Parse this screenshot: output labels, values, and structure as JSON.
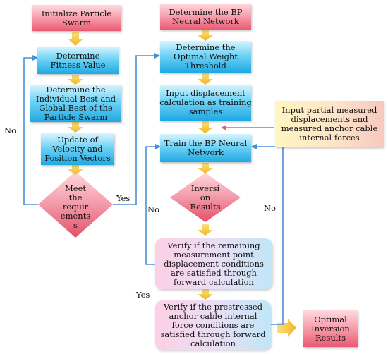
{
  "nodes": {
    "init_swarm": [
      "Initialize Particle",
      "Swarm"
    ],
    "fitness": [
      "Determine",
      "Fitness Value"
    ],
    "best": [
      "Determine the",
      "Individual Best and",
      "Global Best of the",
      "Particle Swarm"
    ],
    "update": [
      "Update of",
      "Velocity and",
      "Position Vectors"
    ],
    "meet_req": [
      "Meet",
      "the",
      "requir",
      "ements"
    ],
    "bp_network": [
      "Determine the BP",
      "Neural Network"
    ],
    "weight_threshold": [
      "Determine the",
      "Optimal Weight",
      "Threshold"
    ],
    "input_samples": [
      "Input displacement",
      "calculation as training",
      "samples"
    ],
    "input_measured": [
      "Input partial measured",
      "displacements and",
      "measured anchor cable",
      "internal forces"
    ],
    "train": [
      "Train the BP Neural",
      "Network"
    ],
    "inversion": [
      "Inversi",
      "on",
      "Results"
    ],
    "verify_disp": [
      "Verify if the remaining",
      "measurement point",
      "displacement conditions",
      "are satisfied through",
      "forward calculation"
    ],
    "verify_force": [
      "Verify if the prestressed",
      "anchor cable internal",
      "force conditions are",
      "satisfied through forward",
      "calculation"
    ],
    "optimal": [
      "Optimal",
      "Inversion",
      "Results"
    ]
  },
  "meet_req_tail": "s",
  "labels": {
    "no_left": "No",
    "yes_meet": "Yes",
    "no_inversion": "No",
    "no_right": "No",
    "yes_verify": "Yes"
  },
  "colors": {
    "arrow_yellow": "#f2c23a",
    "line_blue": "#4a8fd8",
    "line_red": "#d36a5a"
  }
}
